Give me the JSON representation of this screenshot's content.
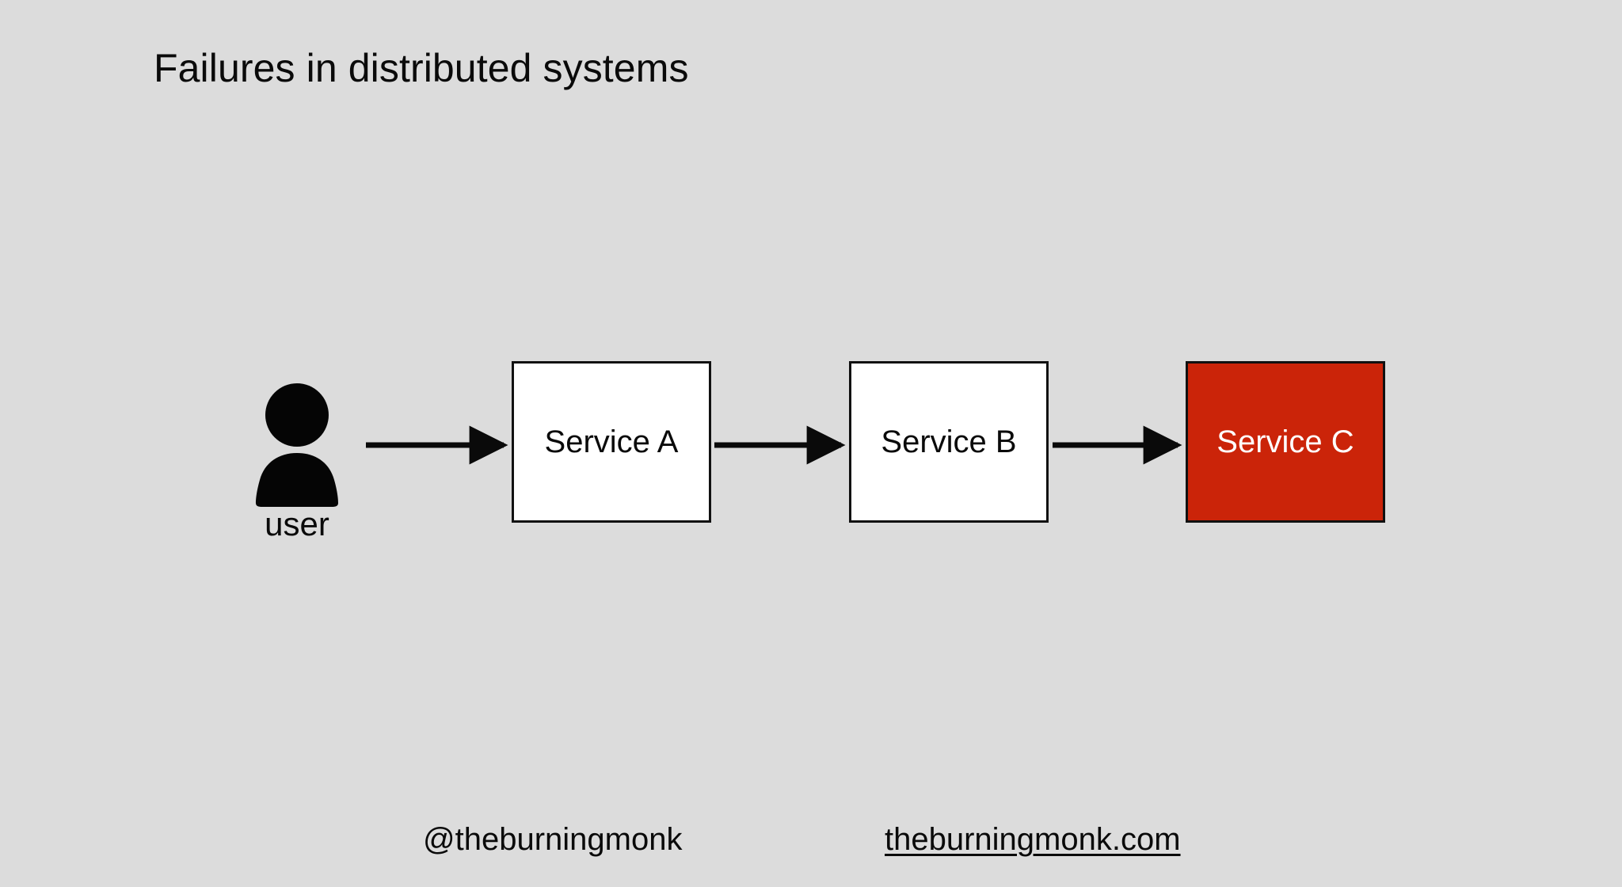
{
  "slide": {
    "title": "Failures in distributed systems",
    "background_color": "#dcdcdc",
    "text_color": "#0a0a0a"
  },
  "diagram": {
    "actor": {
      "icon": "user-icon",
      "label": "user"
    },
    "nodes": [
      {
        "id": "a",
        "label": "Service A",
        "state": "healthy",
        "fill_color": "#ffffff",
        "text_color": "#0a0a0a",
        "border_color": "#111111"
      },
      {
        "id": "b",
        "label": "Service B",
        "state": "healthy",
        "fill_color": "#ffffff",
        "text_color": "#0a0a0a",
        "border_color": "#111111"
      },
      {
        "id": "c",
        "label": "Service C",
        "state": "failed",
        "fill_color": "#cb2409",
        "text_color": "#ffffff",
        "border_color": "#111111"
      }
    ],
    "arrows": [
      {
        "id": "user-to-a",
        "from": "user",
        "to": "Service A",
        "icon": "arrow-right-icon"
      },
      {
        "id": "a-to-b",
        "from": "Service A",
        "to": "Service B",
        "icon": "arrow-right-icon"
      },
      {
        "id": "b-to-c",
        "from": "Service B",
        "to": "Service C",
        "icon": "arrow-right-icon"
      }
    ]
  },
  "footer": {
    "handle": "@theburningmonk",
    "site": "theburningmonk.com"
  }
}
